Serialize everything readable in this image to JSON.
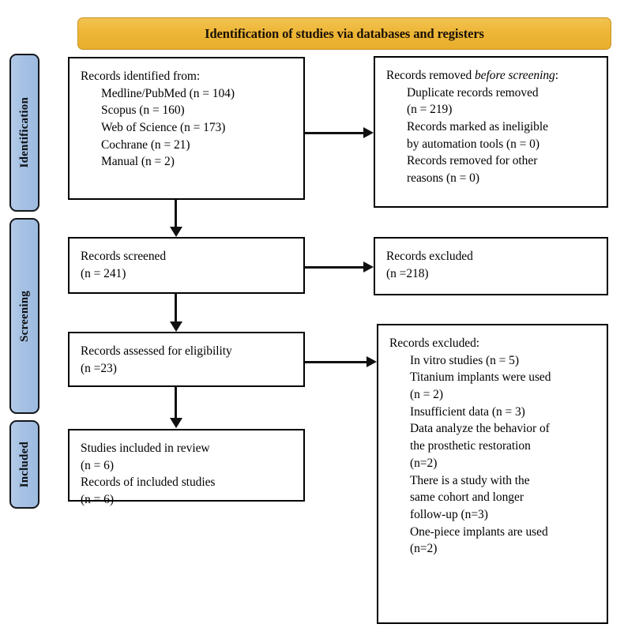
{
  "banner": {
    "title": "Identification of studies via databases and registers"
  },
  "stages": [
    {
      "id": "identification",
      "label": "Identification"
    },
    {
      "id": "screening",
      "label": "Screening"
    },
    {
      "id": "included",
      "label": "Included"
    }
  ],
  "boxes": {
    "identified": {
      "heading": "Records identified from:",
      "lines": [
        "Medline/PubMed (n = 104)",
        "Scopus (n = 160)",
        "Web of Science (n = 173)",
        "Cochrane (n = 21)",
        "Manual (n = 2)"
      ]
    },
    "removed": {
      "heading_prefix": "Records removed ",
      "heading_italic": "before screening",
      "heading_suffix": ":",
      "lines": [
        "Duplicate records removed",
        "(n = 219)",
        "Records marked as ineligible",
        "by automation tools (n = 0)",
        "Records removed for other",
        "reasons (n = 0)"
      ]
    },
    "screened": {
      "line1": "Records screened",
      "line2": "(n = 241)"
    },
    "excluded_screening": {
      "line1": "Records excluded",
      "line2": "(n =218)"
    },
    "eligibility": {
      "line1": "Records assessed for eligibility",
      "line2": "(n =23)"
    },
    "excluded_eligibility": {
      "heading": "Records excluded:",
      "lines": [
        "In vitro studies (n = 5)",
        "Titanium implants were used",
        "(n = 2)",
        "Insufficient data (n = 3)",
        "Data analyze the behavior of",
        "the prosthetic restoration",
        "(n=2)",
        "There is a study with the",
        "same cohort and longer",
        "follow-up (n=3)",
        "One-piece implants are used",
        "(n=2)"
      ]
    },
    "included": {
      "line1": "Studies included in review",
      "line2": "(n = 6)",
      "line3": "Records of included studies",
      "line4": "(n = 6)"
    }
  },
  "colors": {
    "banner_fill": "#EEB637",
    "banner_border": "#C79322",
    "stage_fill": "#A6C1E3",
    "stage_border": "#14161A",
    "box_border": "#000000",
    "connector": "#111111"
  }
}
